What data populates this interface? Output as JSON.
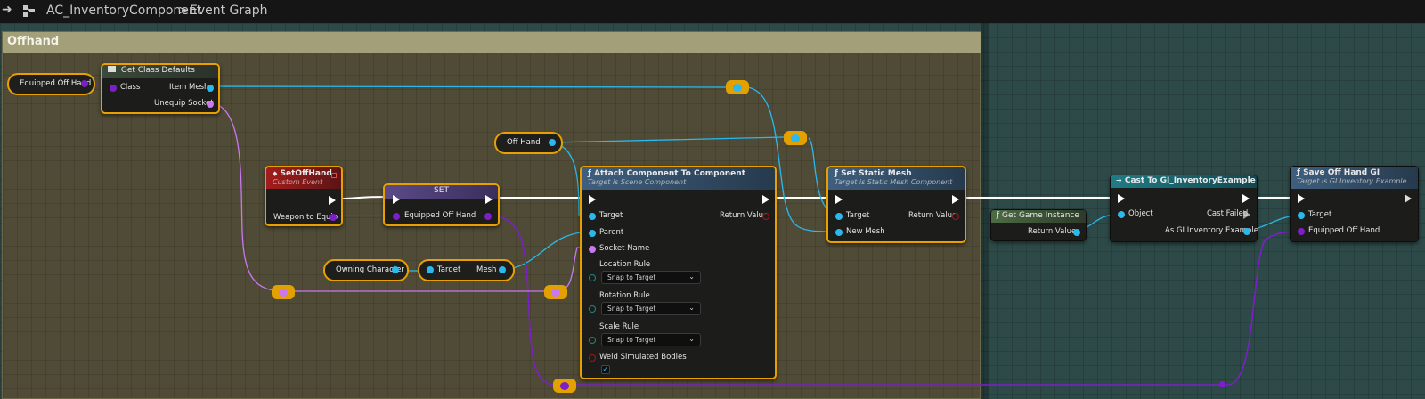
{
  "breadcrumb": {
    "arrow": "➜",
    "graph_icon": "graph-icon",
    "component": "AC_InventoryComponent",
    "separator": ">",
    "page": "Event Graph"
  },
  "comment": {
    "title": "Offhand"
  },
  "colors": {
    "object_pin": "#2bb8ec",
    "class_pin": "#7d1fc9",
    "name_pin": "#c978f0",
    "bool_pin": "#a3151d",
    "exec": "#ffffff",
    "selection": "#e8a000"
  },
  "nodes": {
    "equipped_off_hand_var": {
      "label": "Equipped Off Hand"
    },
    "get_class_defaults": {
      "title": "Get Class Defaults",
      "class_pin": "Class",
      "item_mesh": "Item Mesh",
      "unequip_socket": "Unequip Socket"
    },
    "off_hand_var": {
      "label": "Off Hand"
    },
    "set_off_hand_event": {
      "title": "SetOffHand",
      "subtitle": "Custom Event",
      "weapon_pin": "Weapon to Equip"
    },
    "set_node": {
      "title": "SET",
      "value_pin": "Equipped Off Hand"
    },
    "owning_character_var": {
      "label": "Owning Character"
    },
    "mesh_getter": {
      "target": "Target",
      "mesh": "Mesh"
    },
    "attach_component": {
      "title": "Attach Component To Component",
      "subtitle": "Target is Scene Component",
      "target": "Target",
      "parent": "Parent",
      "socket_name": "Socket Name",
      "return_value": "Return Value",
      "location_rule": "Location Rule",
      "location_value": "Snap to Target",
      "rotation_rule": "Rotation Rule",
      "rotation_value": "Snap to Target",
      "scale_rule": "Scale Rule",
      "scale_value": "Snap to Target",
      "weld": "Weld Simulated Bodies",
      "weld_checked": "✓"
    },
    "set_static_mesh": {
      "title": "Set Static Mesh",
      "subtitle": "Target is Static Mesh Component",
      "target": "Target",
      "new_mesh": "New Mesh",
      "return_value": "Return Value"
    },
    "get_game_instance": {
      "title": "Get Game Instance",
      "return_value": "Return Value"
    },
    "cast_to_gi": {
      "title": "Cast To GI_InventoryExample",
      "object": "Object",
      "cast_failed": "Cast Failed",
      "as_gi": "As GI Inventory Example"
    },
    "save_off_hand_gi": {
      "title": "Save Off Hand GI",
      "subtitle": "Target is GI Inventory Example",
      "target": "Target",
      "equipped_off_hand": "Equipped Off Hand"
    }
  },
  "icons": {
    "function": "function-icon",
    "event": "event-diamond-icon",
    "class_defaults": "table-icon",
    "cast": "cast-arrow-icon",
    "dropdown": "chevron-down-icon",
    "check": "checkmark-icon"
  },
  "dropdown_glyph": "⌄",
  "function_glyph": "ƒ",
  "event_glyph": "◆",
  "cast_glyph": "➜"
}
